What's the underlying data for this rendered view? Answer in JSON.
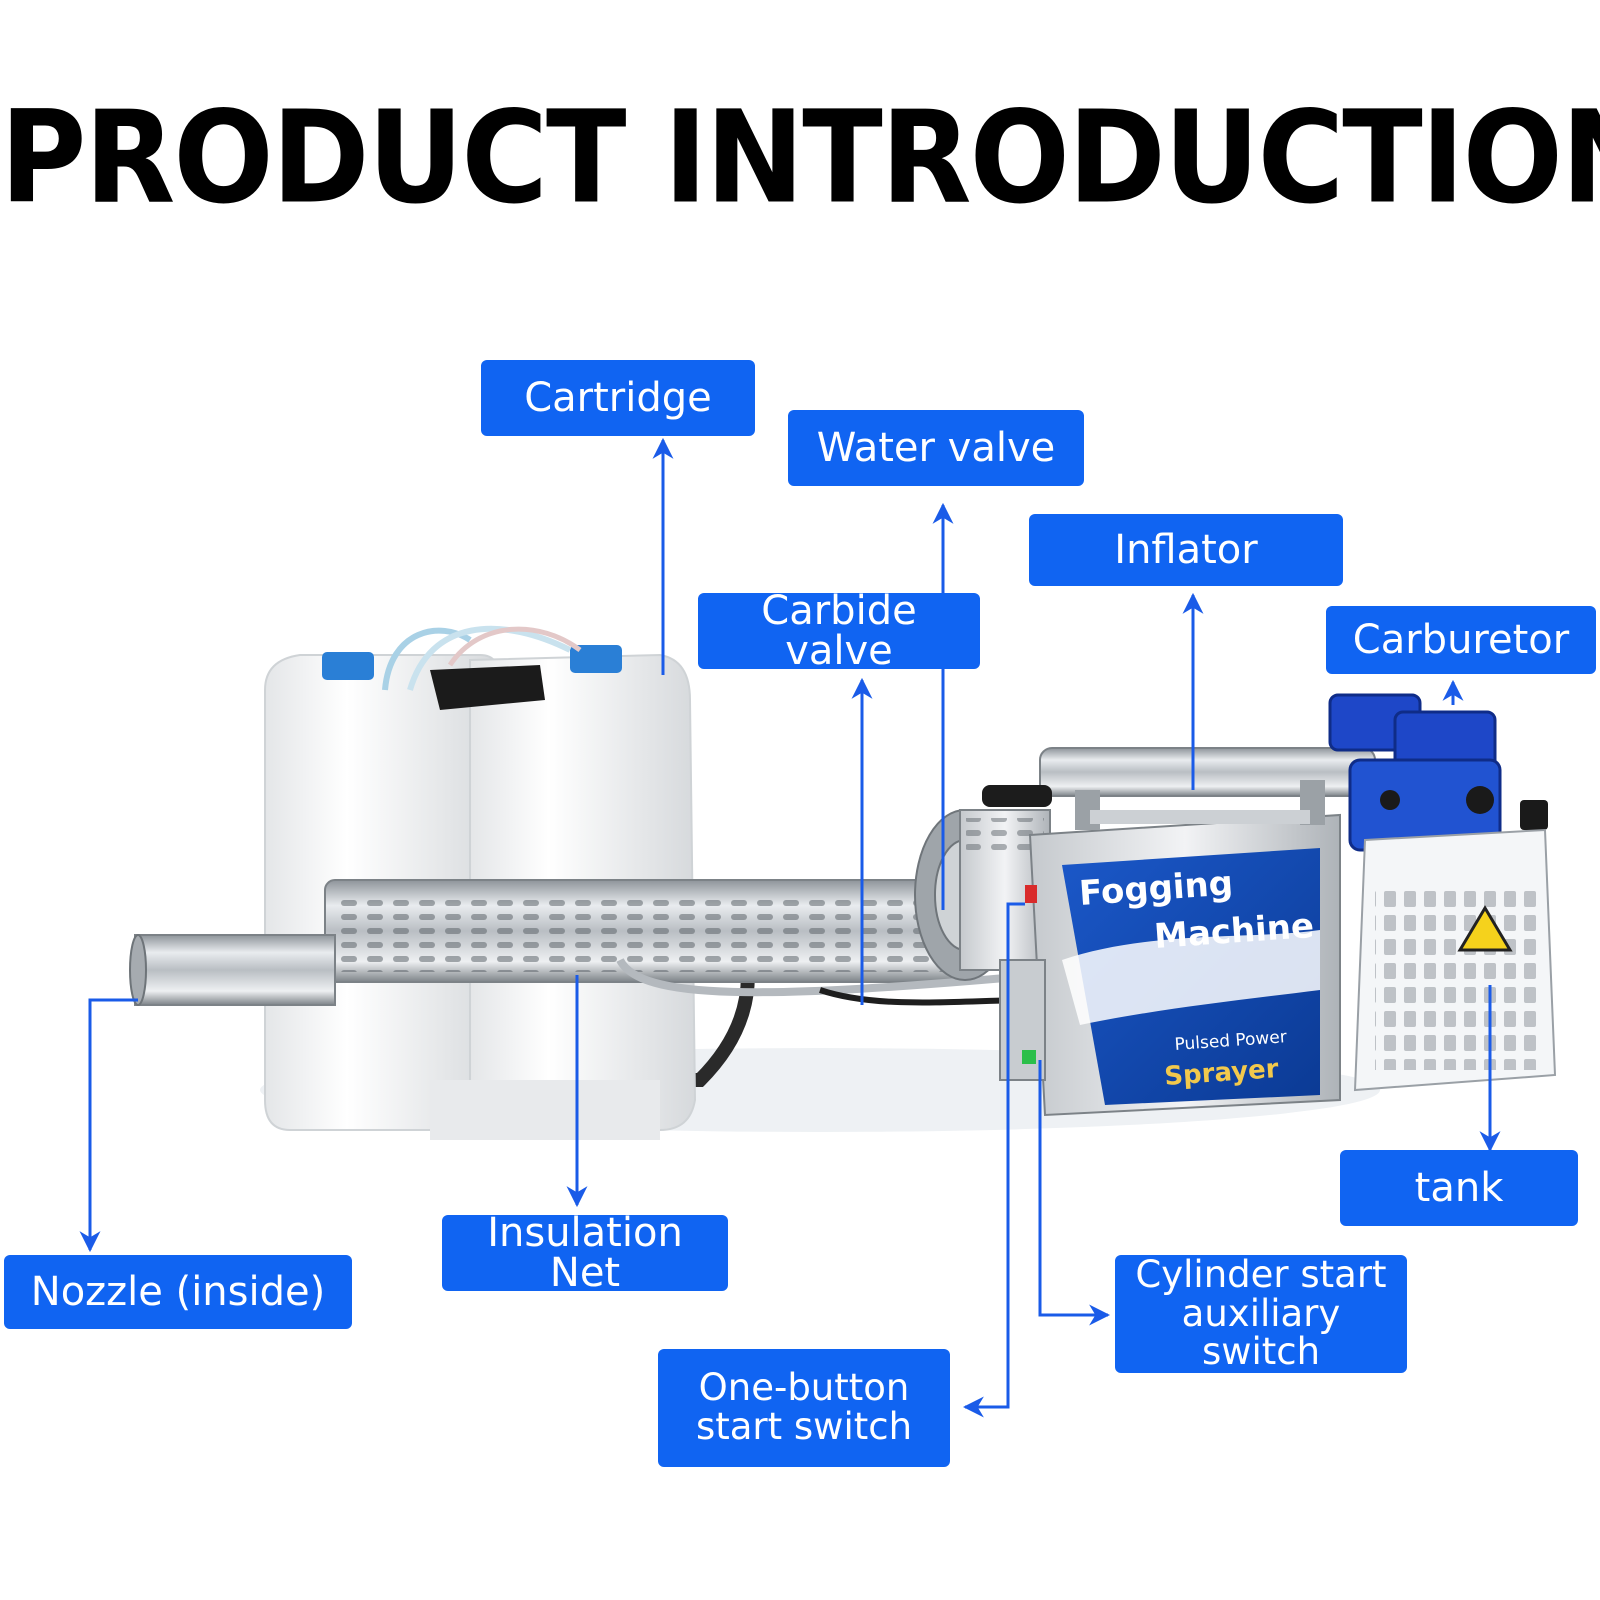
{
  "title": "PRODUCT  INTRODUCTION",
  "colors": {
    "label_bg": "#1064f2",
    "label_text": "#ffffff",
    "arrow": "#1a5be8"
  },
  "labels": {
    "cartridge": "Cartridge",
    "water_valve": "Water valve",
    "inflator": "Inflator",
    "carbide_valve": "Carbide valve",
    "carburetor": "Carburetor",
    "tank": "tank",
    "nozzle": "Nozzle (inside)",
    "insulation_net": "Insulation Net",
    "cylinder_start_line1": "Cylinder start",
    "cylinder_start_line2": "auxiliary switch",
    "one_button_line1": "One-button",
    "one_button_line2": "start switch"
  },
  "product_text": {
    "brand_line1": "Fogging",
    "brand_line2": "Machine",
    "subtitle": "Pulsed Power",
    "model": "Sprayer"
  }
}
